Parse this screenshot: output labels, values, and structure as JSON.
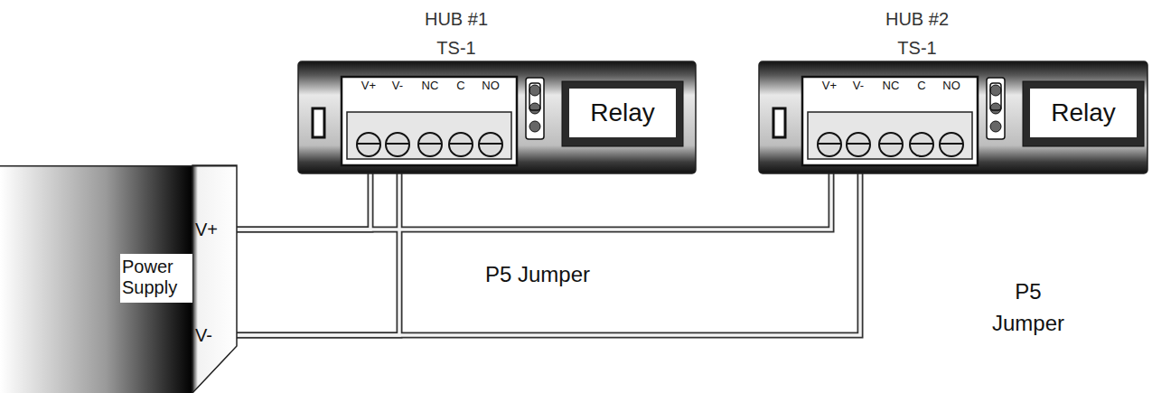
{
  "diagram": {
    "nodes": [
      {
        "text": [
          "Power Supply"
        ]
      },
      {
        "text": [
          "HUB #1",
          "TS-1"
        ]
      },
      {
        "text": [
          "Relay"
        ],
        "in": 1
      },
      {
        "text": [
          "HUB #2",
          "TS-1"
        ]
      },
      {
        "text": [
          "Relay"
        ],
        "in": 3
      }
    ],
    "edges": [
      {
        "from": 0,
        "to": 1,
        "arrow": "none"
      },
      {
        "from": 0,
        "to": 1,
        "arrow": "none"
      },
      {
        "from": 0,
        "to": 3,
        "arrow": "none"
      },
      {
        "from": 0,
        "to": 3,
        "arrow": "none"
      }
    ],
    "labels": [
      "V+",
      "V-",
      "V+",
      "V-",
      "NC",
      "C",
      "NO",
      "P5 Jumper",
      "V+",
      "V-",
      "NC",
      "C",
      "NO",
      "P5 Jumper"
    ]
  }
}
